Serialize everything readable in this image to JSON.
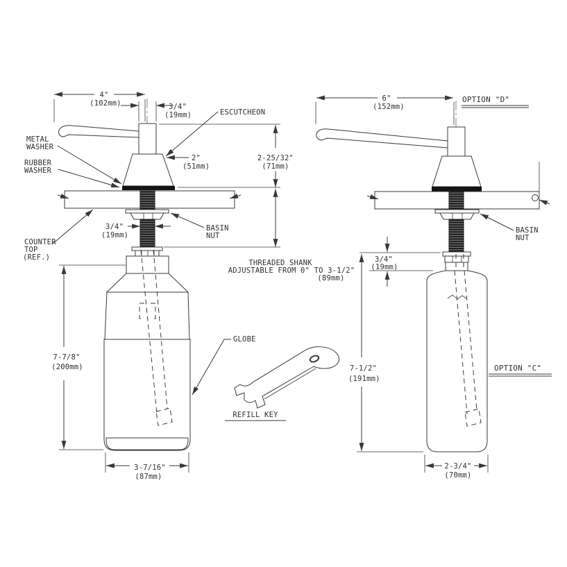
{
  "colors": {
    "background": "#ffffff",
    "line": "#383838",
    "dark_fill": "#1c1c1c"
  },
  "left_view": {
    "dim_spout_reach_in": "4\"",
    "dim_spout_reach_mm": "(102mm)",
    "dim_spout_offset_in": "3/4\"",
    "dim_spout_offset_mm": "(19mm)",
    "escutcheon_label": "ESCUTCHEON",
    "metal_washer_line1": "METAL",
    "metal_washer_line2": "WASHER",
    "rubber_washer_line1": "RUBBER",
    "rubber_washer_line2": "WASHER",
    "dim_escutcheon_width_in": "2\"",
    "dim_escutcheon_width_mm": "(51mm)",
    "dim_height_above_counter_in": "2-25/32\"",
    "dim_height_above_counter_mm": "(71mm)",
    "counter_top_line1": "COUNTER",
    "counter_top_line2": "TOP",
    "counter_top_line3": "(REF.)",
    "dim_shank_width_in": "3/4\"",
    "dim_shank_width_mm": "(19mm)",
    "basin_nut_line1": "BASIN",
    "basin_nut_line2": "NUT",
    "shank_note_line1": "THREADED SHANK",
    "shank_note_line2": "ADJUSTABLE FROM 0\" TO 3-1/2\"",
    "shank_note_line3": "(89mm)",
    "dim_globe_height_in": "7-7/8\"",
    "dim_globe_height_mm": "(200mm)",
    "globe_label": "GLOBE",
    "refill_key_label": "REFILL KEY",
    "dim_globe_width_in": "3-7/16\"",
    "dim_globe_width_mm": "(87mm)"
  },
  "right_view": {
    "dim_spout_reach_in": "6\"",
    "dim_spout_reach_mm": "(152mm)",
    "option_d_label": "OPTION  \"D\"",
    "basin_nut_line1": "BASIN",
    "basin_nut_line2": "NUT",
    "dim_cap_height_in": "3/4\"",
    "dim_cap_height_mm": "(19mm)",
    "dim_bottle_height_in": "7-1/2\"",
    "dim_bottle_height_mm": "(191mm)",
    "option_c_label": "OPTION  \"C\"",
    "dim_bottle_width_in": "2-3/4\"",
    "dim_bottle_width_mm": "(70mm)"
  }
}
